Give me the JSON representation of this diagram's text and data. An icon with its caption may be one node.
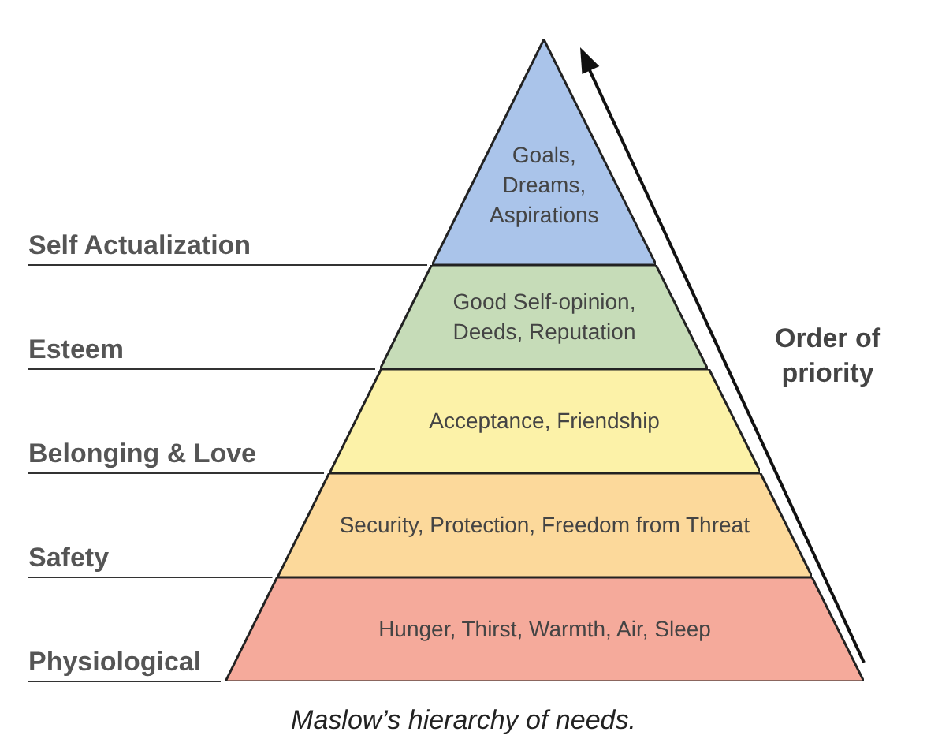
{
  "diagram": {
    "caption": "Maslow’s hierarchy of needs.",
    "nodes": [
      {
        "text": [
          "Goals, Dreams, Aspirations"
        ]
      },
      {
        "text": [
          "Good Self-opinion, Deeds, Reputation"
        ]
      },
      {
        "text": [
          "Acceptance, Friendship"
        ]
      },
      {
        "text": [
          "Security, Protection, Freedom from Threat"
        ]
      },
      {
        "text": [
          "Hunger, Thirst, Warmth, Air, Sleep"
        ]
      }
    ],
    "edges": [],
    "labels": [
      "Self Actualization",
      "Esteem",
      "Belonging & Love",
      "Safety",
      "Physiological",
      "Order of priority"
    ]
  }
}
